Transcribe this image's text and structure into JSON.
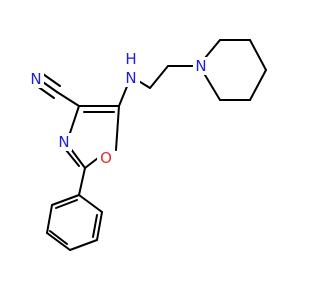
{
  "molecule": {
    "atoms": {
      "n_nitrile": {
        "symbol": "N",
        "color": "#1f1fd6"
      },
      "n_amine": {
        "symbol": "N",
        "color": "#1f1fd6"
      },
      "h_amine": {
        "symbol": "H",
        "color": "#1f1fd6"
      },
      "n_piperidine": {
        "symbol": "N",
        "color": "#1f1fd6"
      },
      "n_oxazole": {
        "symbol": "N",
        "color": "#1f1fd6"
      },
      "o_oxazole": {
        "symbol": "O",
        "color": "#e03030"
      }
    },
    "colors": {
      "bond": "#000000",
      "nitrogen": "#1f1fd6",
      "oxygen": "#e03030",
      "background": "#ffffff"
    }
  }
}
